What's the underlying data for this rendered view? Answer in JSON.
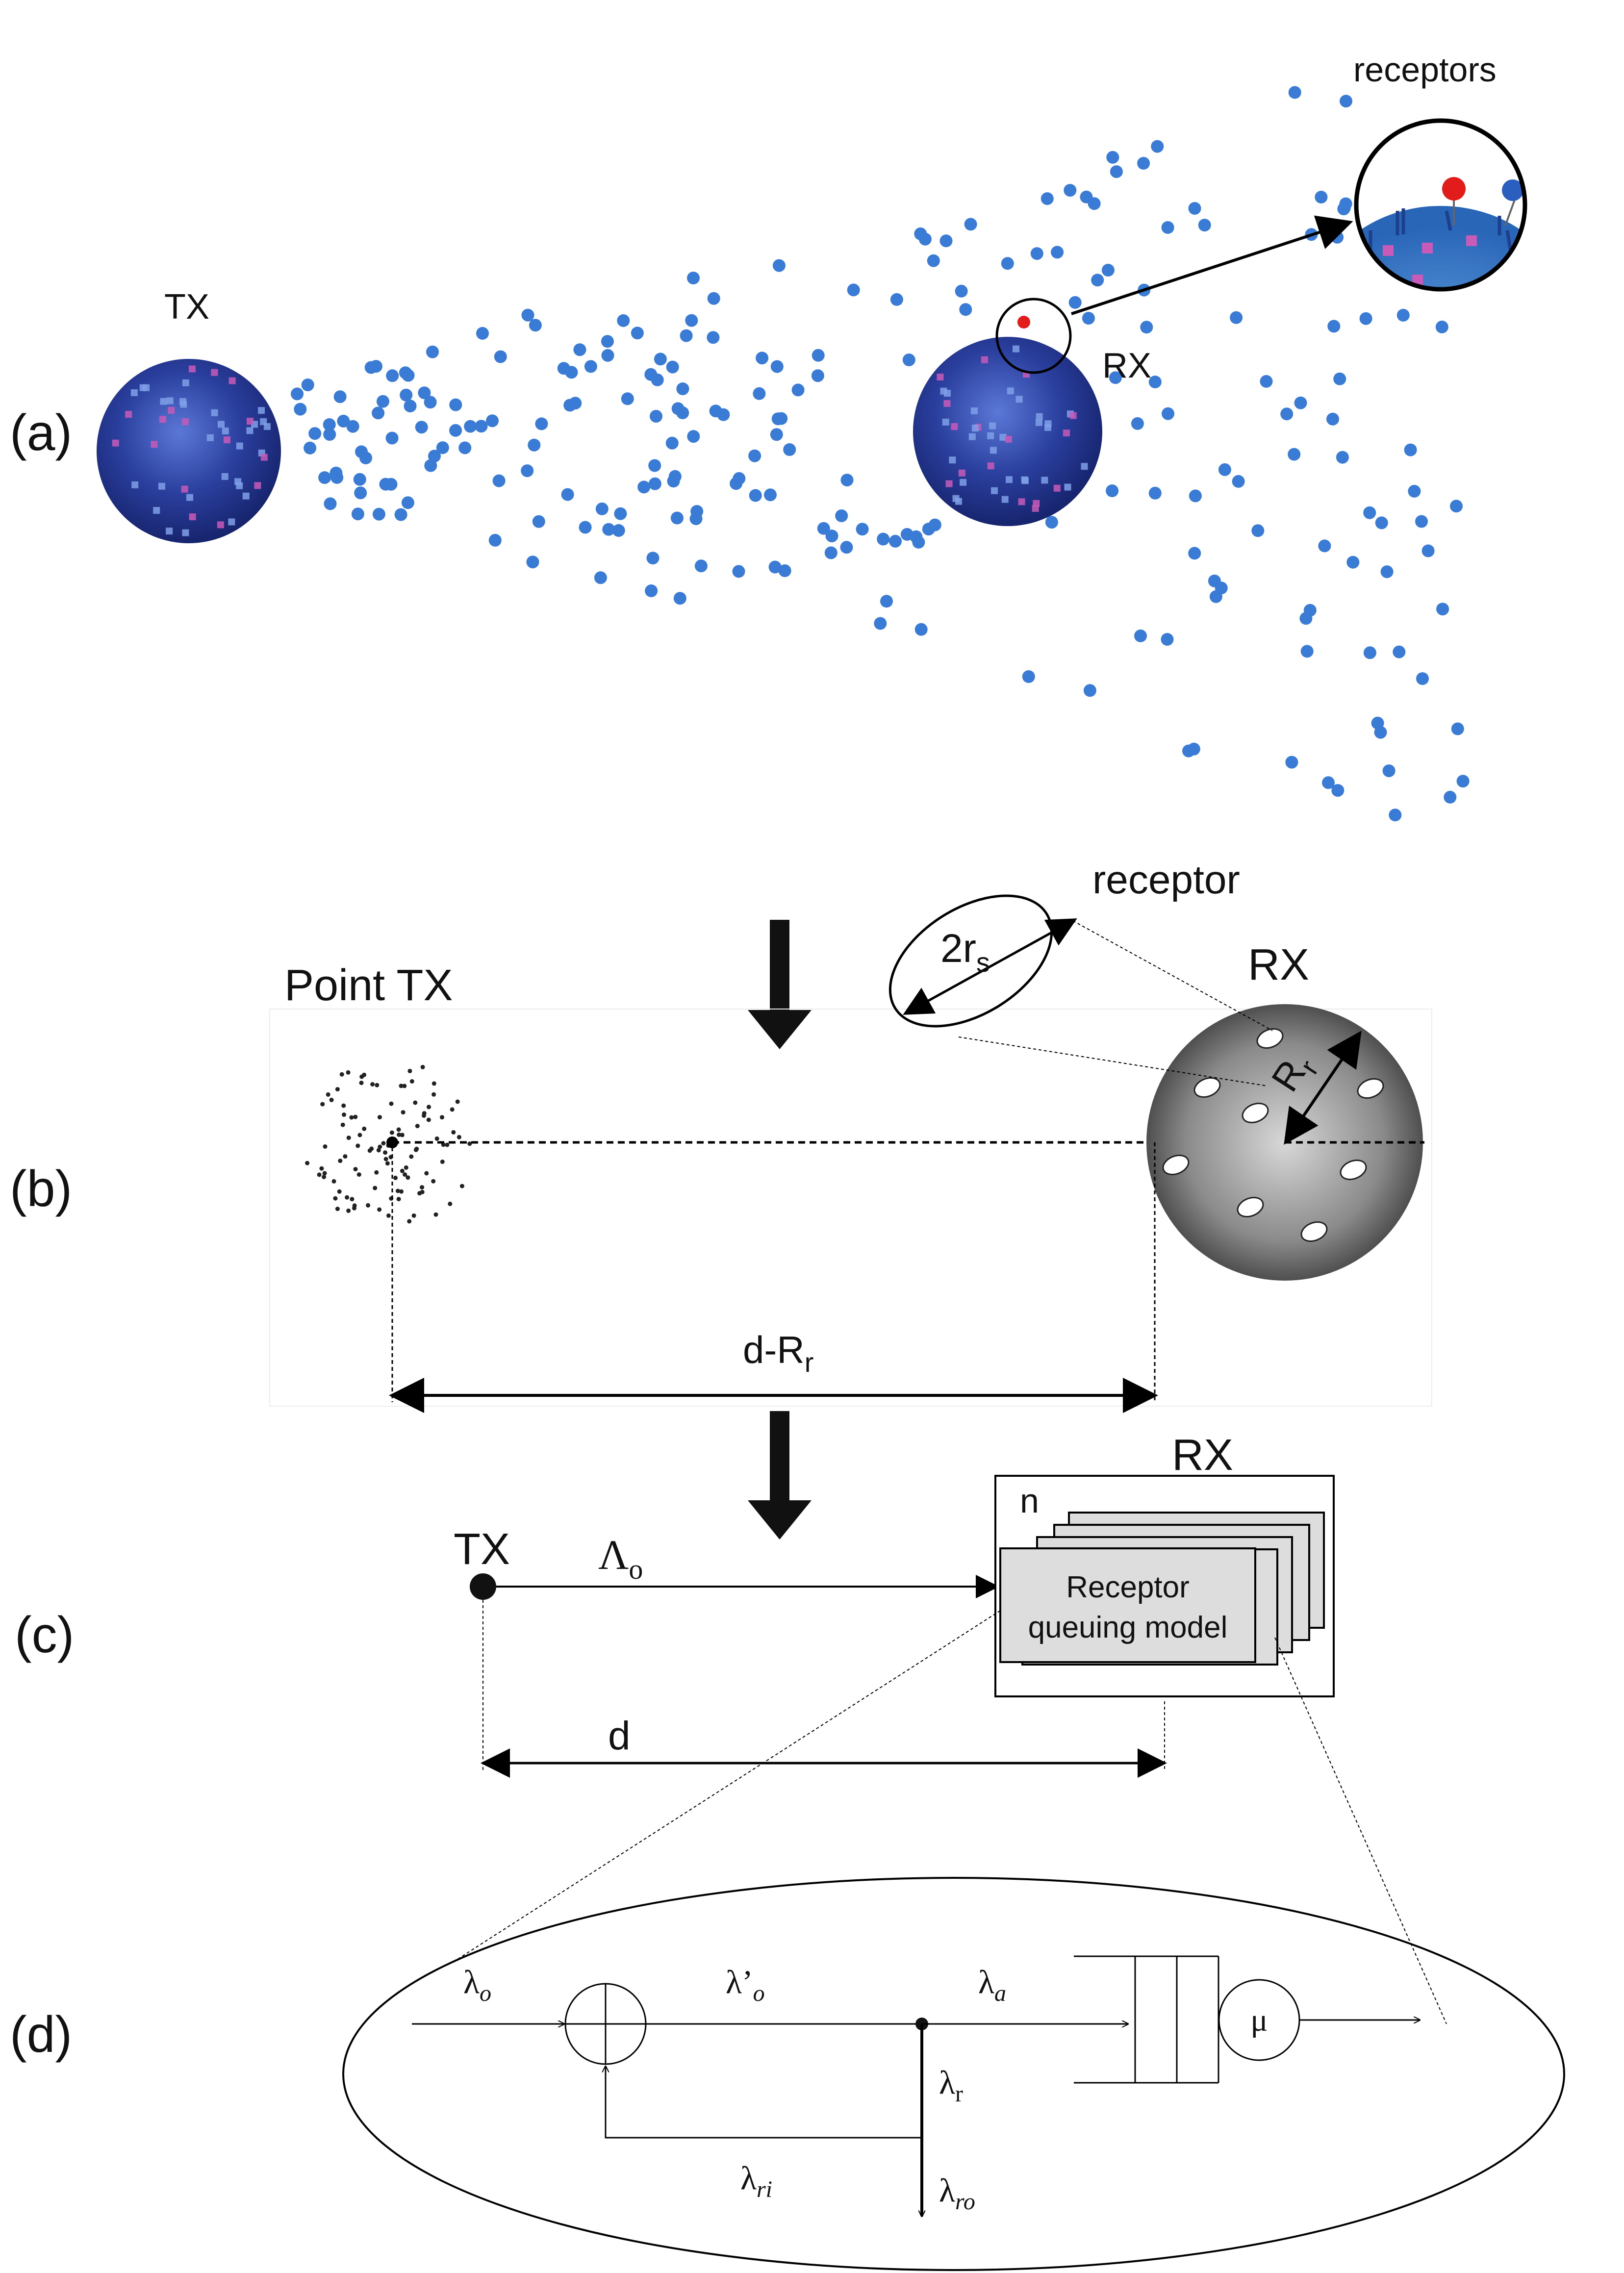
{
  "panels": {
    "a": {
      "label": "(a)",
      "tx_label": "TX",
      "rx_label": "RX",
      "inset_label": "receptors"
    },
    "b": {
      "label": "(b)",
      "point_tx_label": "Point TX",
      "rx_label": "RX",
      "receptor_label": "receptor",
      "receptor_size_main": "2r",
      "receptor_size_sub": "s",
      "radius_main": "R",
      "radius_sub": "r",
      "distance_main": "d-R",
      "distance_sub": "r"
    },
    "c": {
      "label": "(c)",
      "tx_label": "TX",
      "rx_label": "RX",
      "n_label": "n",
      "rate_main": "Λ",
      "rate_sub": "o",
      "box_line1": "Receptor",
      "box_line2": "queuing model",
      "distance_label": "d"
    },
    "d": {
      "label": "(d)",
      "lambda_o_main": "λ",
      "lambda_o_sub": "o",
      "lambda_o_prime_main": "λ’",
      "lambda_o_prime_sub": "o",
      "lambda_a_main": "λ",
      "lambda_a_sub": "a",
      "lambda_r_main": "λ",
      "lambda_r_sub": "r",
      "lambda_ri_main": "λ",
      "lambda_ri_sub": "ri",
      "lambda_ro_main": "λ",
      "lambda_ro_sub": "ro",
      "mu": "μ"
    }
  },
  "colors": {
    "molecule": "#3a7bd5",
    "bound_molecule": "#e21b1b",
    "cell_body": "#2a3f9e",
    "cell_dark": "#17246e",
    "receptor_spot": "#c85ab8",
    "rx_sphere_light": "#d6d6d6",
    "rx_sphere_dark": "#3a3a3a",
    "queue_box": "#dddddd"
  }
}
